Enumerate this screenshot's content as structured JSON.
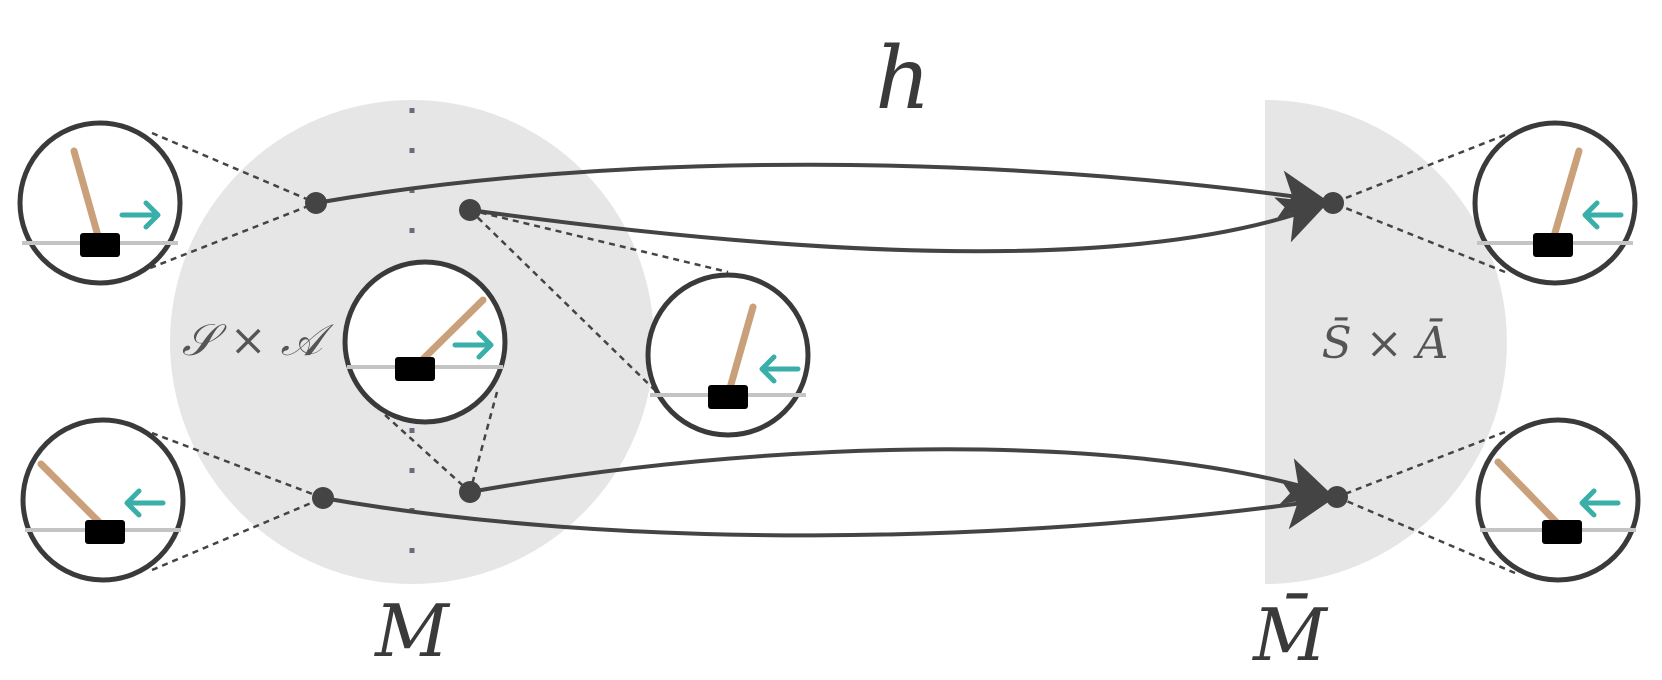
{
  "labels": {
    "mapping": "h",
    "left_space": "𝒮 × 𝒜",
    "right_space": "S̄ × Ā",
    "left_model": "M",
    "right_model": "M̄"
  },
  "colors": {
    "region": "#e6e6e6",
    "stroke": "#444444",
    "pole": "#c9a07a",
    "cart": "#000000",
    "arrow": "#3aaea9",
    "track": "#c4c4c4",
    "divider": "#6b6b7a"
  },
  "icons": {
    "cartpole": "cartpole-icon",
    "action_right": "arrow-right-icon",
    "action_left": "arrow-left-icon"
  }
}
